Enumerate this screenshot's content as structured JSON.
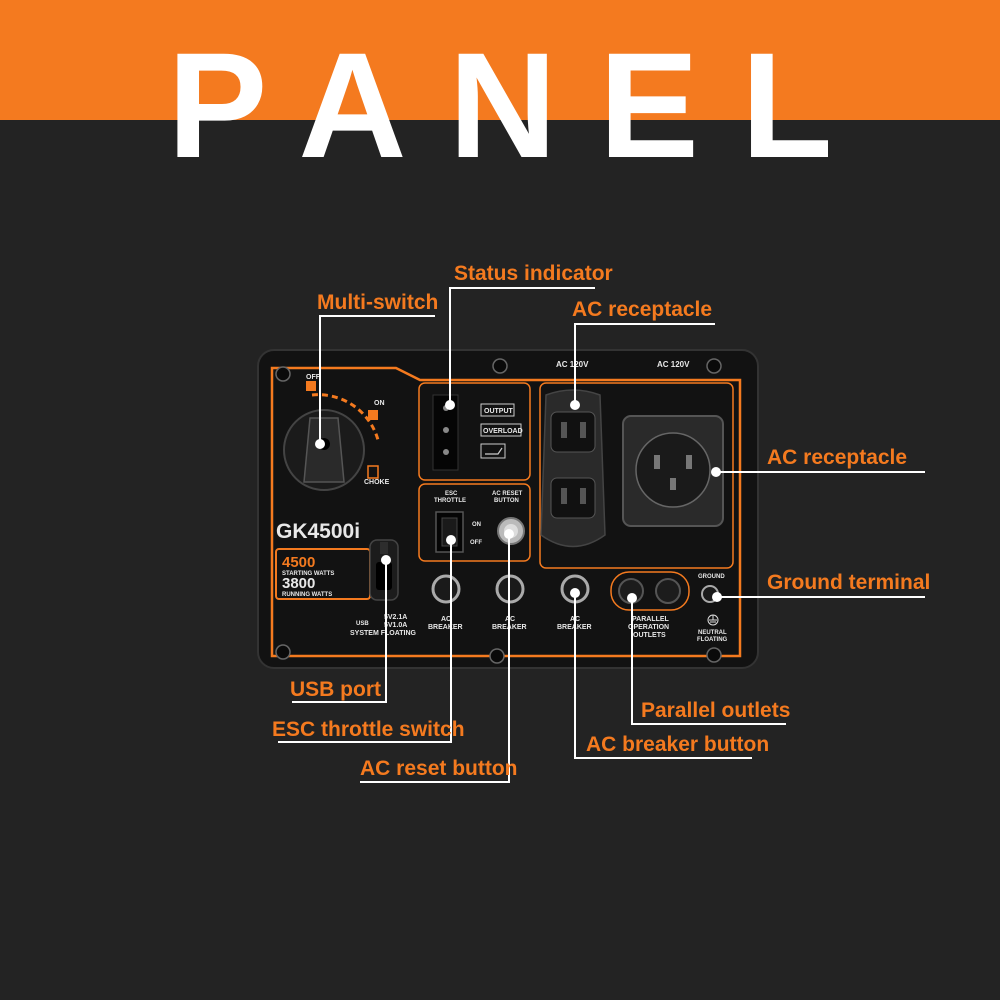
{
  "title": "PANEL",
  "colors": {
    "accent": "#f47a1f",
    "background": "#232323",
    "panel": "#121212",
    "leader": "#ffffff"
  },
  "callouts": {
    "status_indicator": "Status indicator",
    "multi_switch": "Multi-switch",
    "ac_receptacle_top": "AC receptacle",
    "ac_receptacle_right": "AC receptacle",
    "ground_terminal": "Ground terminal",
    "usb_port": "USB port",
    "esc_throttle_switch": "ESC throttle switch",
    "ac_reset_button": "AC reset button",
    "parallel_outlets": "Parallel outlets",
    "ac_breaker_button": "AC breaker button"
  },
  "panel": {
    "model": "GK4500i",
    "starting_watts_value": "4500",
    "starting_watts_label": "STARTING WATTS",
    "running_watts_value": "3800",
    "running_watts_label": "RUNNING WATTS",
    "switch_off": "OFF",
    "switch_on": "ON",
    "switch_choke": "CHOKE",
    "indicators": [
      "OUTPUT",
      "OVERLOAD"
    ],
    "esc_label": [
      "ESC",
      "THROTTLE"
    ],
    "reset_label": [
      "AC RESET",
      "BUTTON"
    ],
    "toggle_on": "ON",
    "toggle_off": "OFF",
    "ac_left": "AC 120V",
    "ac_right": "AC 120V",
    "usb_label": "USB",
    "usb_spec1": "5V2.1A",
    "usb_spec2": "5V1.0A",
    "system_floating": "SYSTEM FLOATING",
    "breaker_label": [
      "AC",
      "BREAKER"
    ],
    "parallel_label": [
      "PARALLEL",
      "OPERATION",
      "OUTLETS"
    ],
    "ground_label": "GROUND",
    "neutral_label": [
      "NEUTRAL",
      "FLOATING"
    ]
  }
}
